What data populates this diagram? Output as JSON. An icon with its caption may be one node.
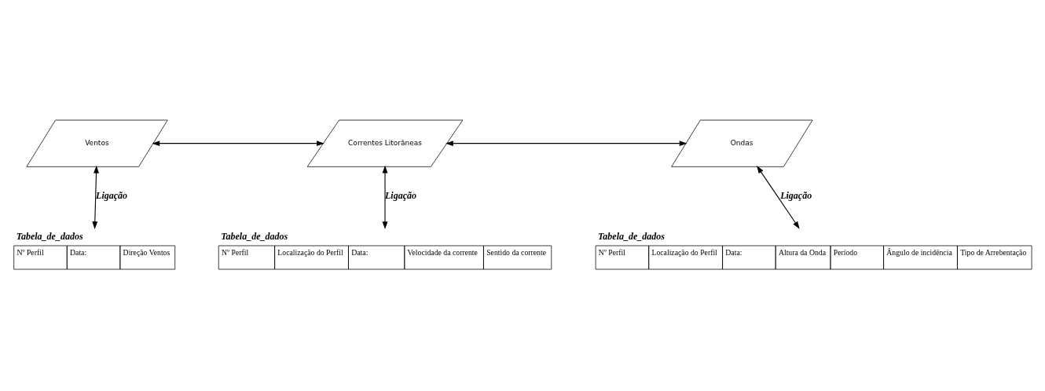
{
  "diagram": {
    "nodes": [
      {
        "text": [
          "Ventos"
        ]
      },
      {
        "text": [
          "Correntes Litorâneas"
        ]
      },
      {
        "text": [
          "Ondas"
        ]
      },
      {
        "text": [
          "Tabela_de_dados",
          "Nº Perfil",
          "Data:",
          "Direção Ventos"
        ]
      },
      {
        "text": [
          "Tabela_de_dados",
          "Nº Perfil",
          "Localização do Perfil",
          "Data:",
          "Velocidade da corrente",
          "Sentido da corrente"
        ]
      },
      {
        "text": [
          "Tabela_de_dados",
          "Nº Perfil",
          "Localização do Perfil",
          "Data:",
          "Altura da Onda",
          "Período",
          "Ângulo de incidência",
          "Tipo de Arrebentação"
        ]
      }
    ],
    "edges": [
      {
        "from": 0,
        "to": 1,
        "arrow": "both"
      },
      {
        "from": 1,
        "to": 2,
        "arrow": "both"
      },
      {
        "from": 0,
        "to": 3,
        "arrow": "both",
        "label": "Ligação"
      },
      {
        "from": 1,
        "to": 4,
        "arrow": "both",
        "label": "Ligação"
      },
      {
        "from": 2,
        "to": 5,
        "arrow": "both",
        "label": "Ligação"
      }
    ]
  }
}
